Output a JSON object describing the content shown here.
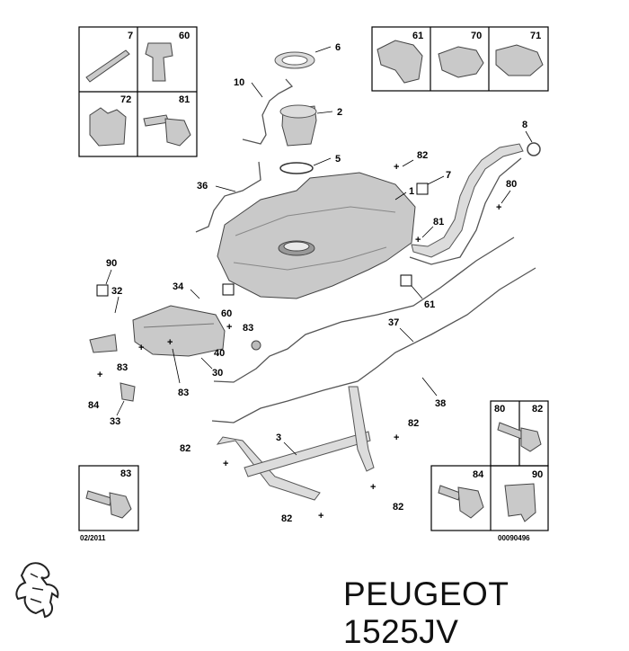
{
  "diagram": {
    "callouts": {
      "c7": "7",
      "c60": "60",
      "c72": "72",
      "c81box": "81",
      "c61box": "61",
      "c70": "70",
      "c71": "71",
      "c6": "6",
      "c10": "10",
      "c2": "2",
      "c5": "5",
      "c36": "36",
      "c1": "1",
      "c82a": "82",
      "c7b": "7",
      "c8": "8",
      "c80": "80",
      "c81": "81",
      "c61": "61",
      "c90": "90",
      "c32": "32",
      "c34": "34",
      "c60b": "60",
      "c83a": "83",
      "c40": "40",
      "c83b": "83",
      "c30": "30",
      "c83c": "83",
      "c84": "84",
      "c33": "33",
      "c37": "37",
      "c38": "38",
      "c82b": "82",
      "c3": "3",
      "c82c": "82",
      "c82d": "82",
      "c82e": "82",
      "box80": "80",
      "box82": "82",
      "box83": "83",
      "box84": "84",
      "box90": "90"
    },
    "date_code": "02/2011",
    "ref_code": "00090496"
  },
  "brand": {
    "text": "PEUGEOT 1525JV",
    "logo": "peugeot-lion-logo"
  }
}
